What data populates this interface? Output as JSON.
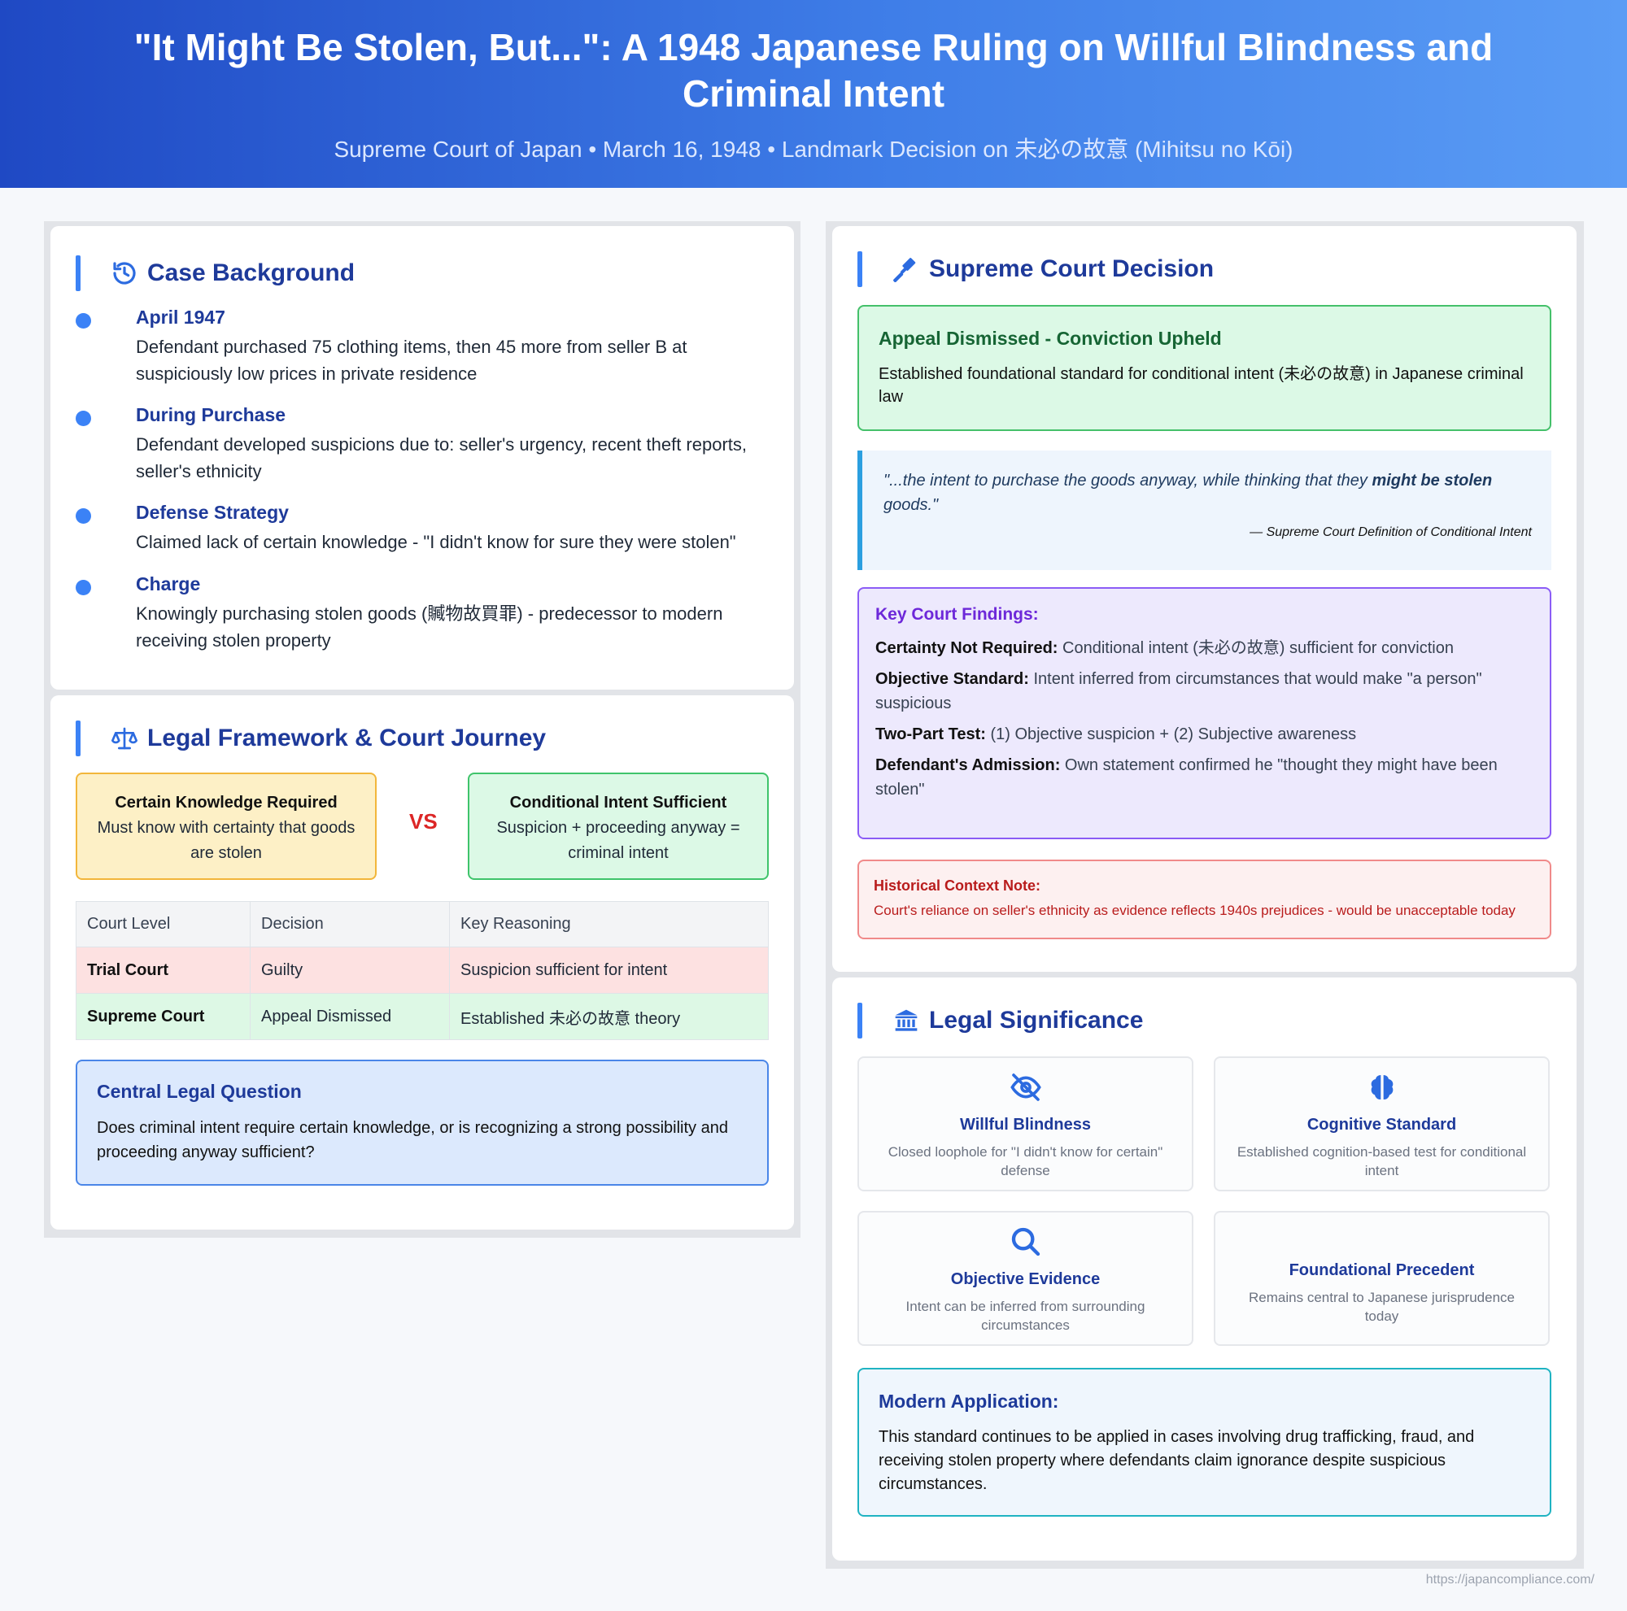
{
  "header": {
    "title": "\"It Might Be Stolen, But...\": A 1948 Japanese Ruling on Willful Blindness and Criminal Intent",
    "subtitle": "Supreme Court of Japan • March 16, 1948 • Landmark Decision on 未必の故意 (Mihitsu no Kōi)"
  },
  "background": {
    "title": "Case Background",
    "icon": "history-icon",
    "items": [
      {
        "label": "April 1947",
        "text": "Defendant purchased 75 clothing items, then 45 more from seller B at suspiciously low prices in private residence"
      },
      {
        "label": "During Purchase",
        "text": "Defendant developed suspicions due to: seller's urgency, recent theft reports, seller's ethnicity"
      },
      {
        "label": "Defense Strategy",
        "text": "Claimed lack of certain knowledge - \"I didn't know for sure they were stolen\""
      },
      {
        "label": "Charge",
        "text": "Knowingly purchasing stolen goods (贓物故買罪) - predecessor to modern receiving stolen property"
      }
    ]
  },
  "framework": {
    "title": "Legal Framework & Court Journey",
    "icon": "scale-icon",
    "left": {
      "heading": "Certain Knowledge Required",
      "text": "Must know with certainty that goods are stolen"
    },
    "vs": "VS",
    "right": {
      "heading": "Conditional Intent Sufficient",
      "text": "Suspicion + proceeding anyway = criminal intent"
    },
    "table": {
      "headers": [
        "Court Level",
        "Decision",
        "Key Reasoning"
      ],
      "rows": [
        [
          "Trial Court",
          "Guilty",
          "Suspicion sufficient for intent"
        ],
        [
          "Supreme Court",
          "Appeal Dismissed",
          "Established 未必の故意 theory"
        ]
      ]
    },
    "question": {
      "heading": "Central Legal Question",
      "text": "Does criminal intent require certain knowledge, or is recognizing a strong possibility and proceeding anyway sufficient?"
    }
  },
  "decision": {
    "title": "Supreme Court Decision",
    "icon": "gavel-icon",
    "result": {
      "heading": "Appeal Dismissed - Conviction Upheld",
      "text": "Established foundational standard for conditional intent (未必の故意) in Japanese criminal law"
    },
    "quote": {
      "before": "\"...the intent to purchase the goods anyway, while thinking that they ",
      "bold": "might be stolen",
      "after": " goods.\"",
      "source": "— Supreme Court Definition of Conditional Intent"
    },
    "findings": {
      "heading": "Key Court Findings:",
      "items": [
        {
          "label": "Certainty Not Required:",
          "text": " Conditional intent (未必の故意) sufficient for conviction"
        },
        {
          "label": "Objective Standard:",
          "text": " Intent inferred from circumstances that would make \"a person\" suspicious"
        },
        {
          "label": "Two-Part Test:",
          "text": " (1) Objective suspicion + (2) Subjective awareness"
        },
        {
          "label": "Defendant's Admission:",
          "text": " Own statement confirmed he \"thought they might have been stolen\""
        }
      ]
    },
    "historical": {
      "heading": "Historical Context Note:",
      "text": "Court's reliance on seller's ethnicity as evidence reflects 1940s prejudices - would be unacceptable today"
    }
  },
  "significance": {
    "title": "Legal Significance",
    "icon": "landmark-icon",
    "cards": [
      {
        "icon": "eye-slash-icon",
        "heading": "Willful Blindness",
        "text": "Closed loophole for \"I didn't know for certain\" defense"
      },
      {
        "icon": "brain-icon",
        "heading": "Cognitive Standard",
        "text": "Established cognition-based test for conditional intent"
      },
      {
        "icon": "search-icon",
        "heading": "Objective Evidence",
        "text": "Intent can be inferred from surrounding circumstances"
      },
      {
        "icon": "",
        "heading": "Foundational Precedent",
        "text": "Remains central to Japanese jurisprudence today"
      }
    ],
    "modern": {
      "heading": "Modern Application:",
      "text": "This standard continues to be applied in cases involving drug trafficking, fraud, and receiving stolen property where defendants claim ignorance despite suspicious circumstances."
    }
  },
  "footer": {
    "url": "https://japancompliance.com/"
  }
}
